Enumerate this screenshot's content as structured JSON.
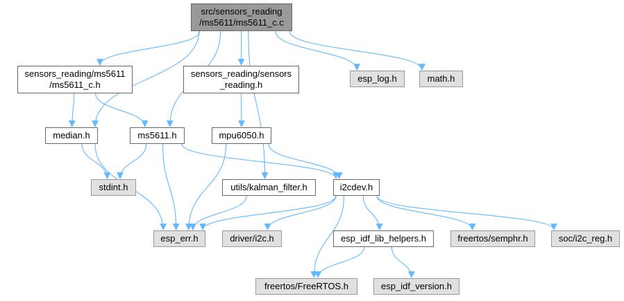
{
  "nodes": {
    "root": {
      "label": "src/sensors_reading\n/ms5611/ms5611_c.c",
      "kind": "root"
    },
    "ms5611_c_h": {
      "label": "sensors_reading/ms5611\n/ms5611_c.h",
      "kind": "doc"
    },
    "sensors_h": {
      "label": "sensors_reading/sensors\n_reading.h",
      "kind": "doc"
    },
    "esp_log": {
      "label": "esp_log.h",
      "kind": "ext"
    },
    "math": {
      "label": "math.h",
      "kind": "ext"
    },
    "median": {
      "label": "median.h",
      "kind": "doc"
    },
    "ms5611": {
      "label": "ms5611.h",
      "kind": "doc"
    },
    "mpu6050": {
      "label": "mpu6050.h",
      "kind": "doc"
    },
    "stdint": {
      "label": "stdint.h",
      "kind": "ext"
    },
    "kalman": {
      "label": "utils/kalman_filter.h",
      "kind": "doc"
    },
    "i2cdev": {
      "label": "i2cdev.h",
      "kind": "doc"
    },
    "esp_err": {
      "label": "esp_err.h",
      "kind": "ext"
    },
    "driver_i2c": {
      "label": "driver/i2c.h",
      "kind": "ext"
    },
    "helpers": {
      "label": "esp_idf_lib_helpers.h",
      "kind": "doc"
    },
    "semphr": {
      "label": "freertos/semphr.h",
      "kind": "ext"
    },
    "i2c_reg": {
      "label": "soc/i2c_reg.h",
      "kind": "ext"
    },
    "freertos": {
      "label": "freertos/FreeRTOS.h",
      "kind": "ext"
    },
    "idf_version": {
      "label": "esp_idf_version.h",
      "kind": "ext"
    }
  },
  "edges": [
    [
      "root",
      "median"
    ],
    [
      "root",
      "ms5611_c_h"
    ],
    [
      "root",
      "ms5611"
    ],
    [
      "root",
      "sensors_h"
    ],
    [
      "root",
      "kalman"
    ],
    [
      "root",
      "esp_log"
    ],
    [
      "root",
      "math"
    ],
    [
      "ms5611_c_h",
      "median"
    ],
    [
      "ms5611_c_h",
      "ms5611"
    ],
    [
      "sensors_h",
      "mpu6050"
    ],
    [
      "median",
      "stdint"
    ],
    [
      "median",
      "esp_err"
    ],
    [
      "ms5611",
      "stdint"
    ],
    [
      "ms5611",
      "esp_err"
    ],
    [
      "ms5611",
      "i2cdev"
    ],
    [
      "mpu6050",
      "esp_err"
    ],
    [
      "mpu6050",
      "i2cdev"
    ],
    [
      "kalman",
      "esp_err"
    ],
    [
      "i2cdev",
      "esp_err"
    ],
    [
      "i2cdev",
      "driver_i2c"
    ],
    [
      "i2cdev",
      "freertos"
    ],
    [
      "i2cdev",
      "helpers"
    ],
    [
      "i2cdev",
      "semphr"
    ],
    [
      "i2cdev",
      "i2c_reg"
    ],
    [
      "helpers",
      "freertos"
    ],
    [
      "helpers",
      "idf_version"
    ]
  ],
  "colors": {
    "edge": "#63b8ff",
    "root_fill": "#999999",
    "ext_fill": "#e0e0e0",
    "node_border": "#666666"
  }
}
